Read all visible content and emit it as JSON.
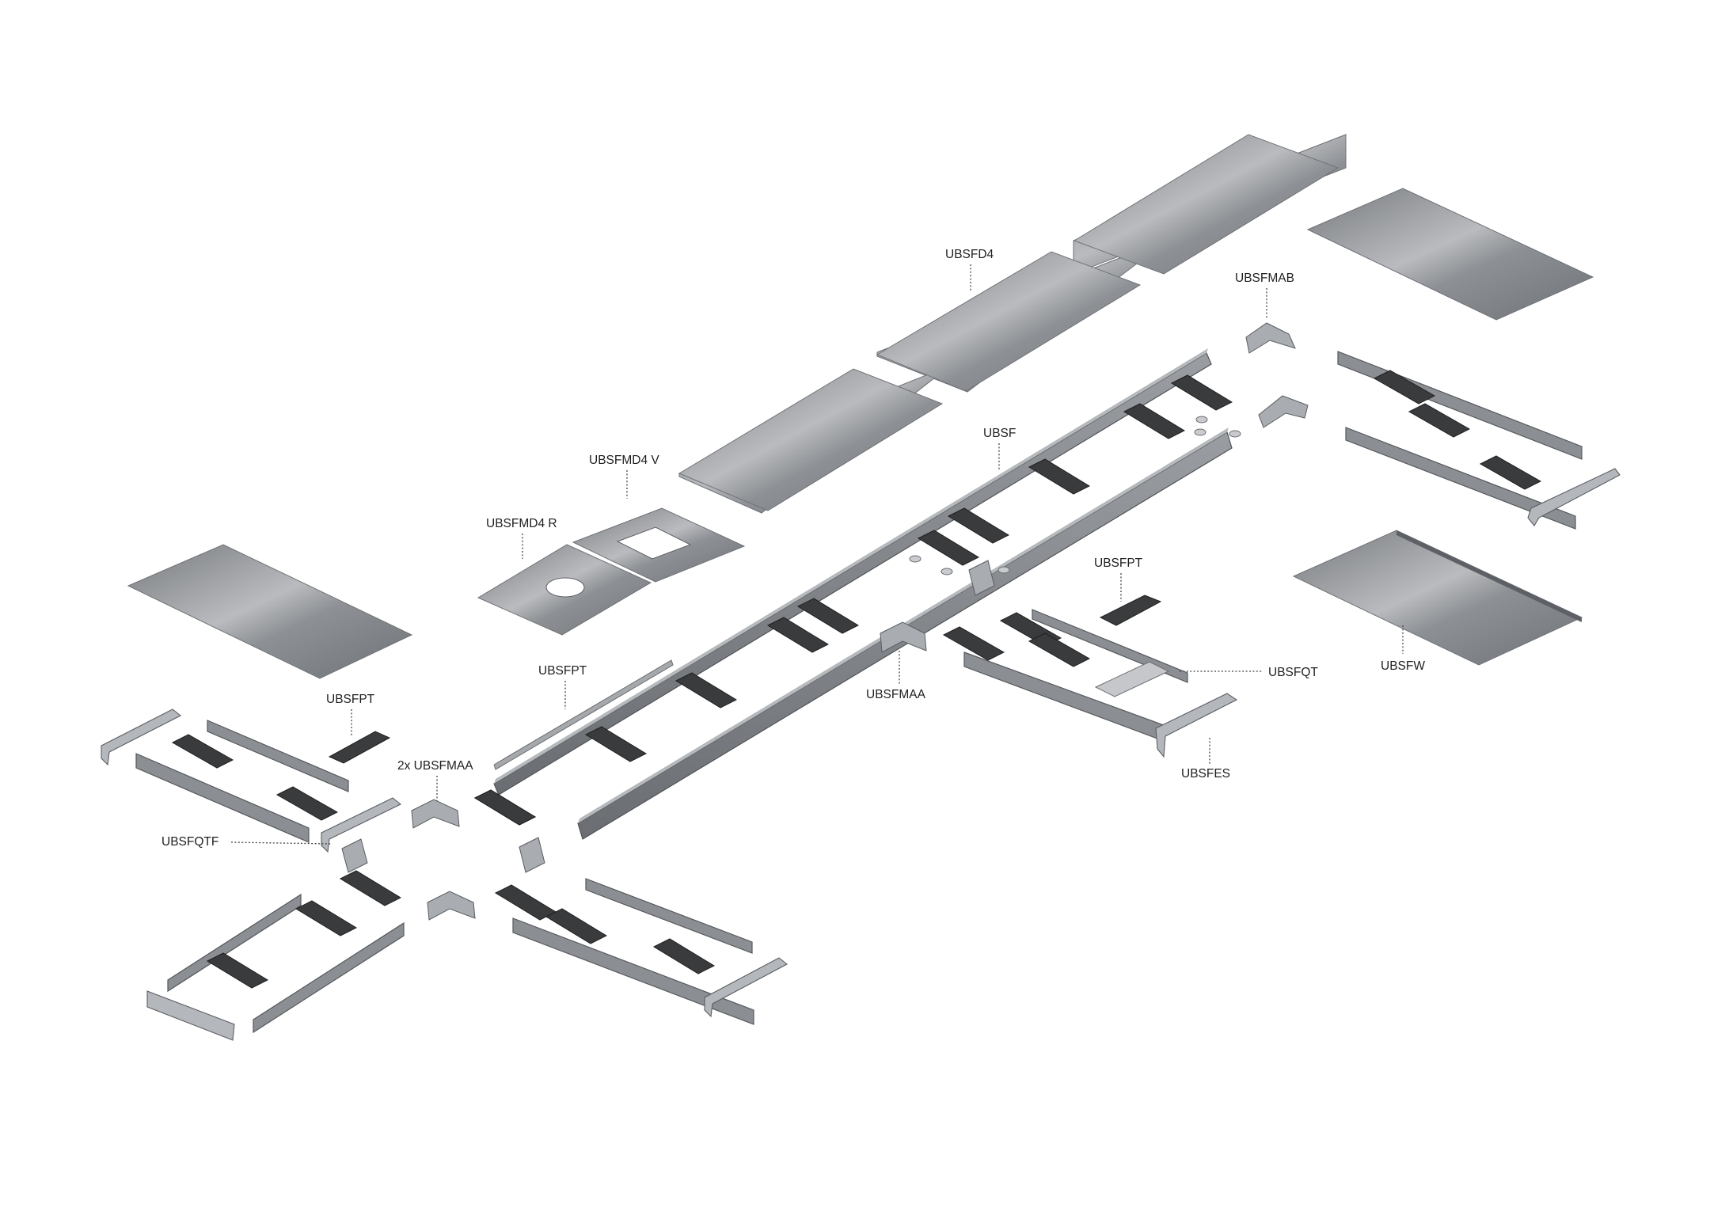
{
  "diagram": {
    "labels": {
      "ubsfd4": "UBSFD4",
      "ubsfmab": "UBSFMAB",
      "ubsf": "UBSF",
      "ubsfmd4v": "UBSFMD4 V",
      "ubsfmd4r": "UBSFMD4 R",
      "ubsfpt_right": "UBSFPT",
      "ubsfqt": "UBSFQT",
      "ubsfw": "UBSFW",
      "ubsfpt_center": "UBSFPT",
      "ubsfmaa": "UBSFMAA",
      "ubsfpt_left": "UBSFPT",
      "ubsfes": "UBSFES",
      "ubsfmaa_2x": "2x UBSFMAA",
      "ubsfqtf": "UBSFQTF"
    },
    "colors": {
      "background": "#ffffff",
      "plate": "#7d8084",
      "plate_highlight": "#c4c6c9",
      "rail": "#8b8e92",
      "support_bar": "#3a3b3d",
      "label_text": "#1f1f1f"
    }
  }
}
